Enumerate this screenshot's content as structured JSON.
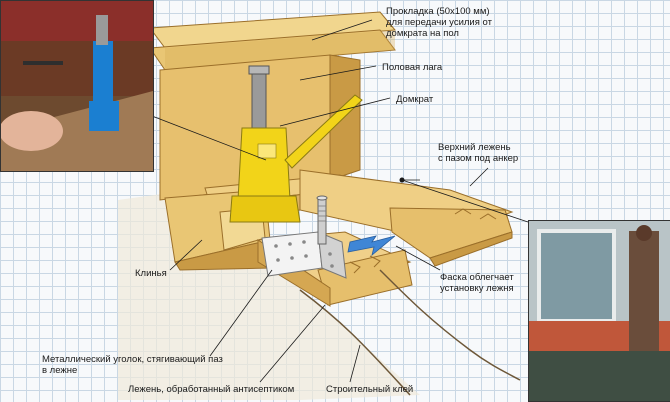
{
  "labels": {
    "pad": "Прокладка  (50х100  мм)\nдля передачи усилия от\nдомкрата на пол",
    "joist": "Половая лага",
    "jack": "Домкрат",
    "upper_beam": "Верхний    лежень\nс пазом под анкер",
    "wedges": "Клинья",
    "chamfer": "Фаска облегчает\nустановку лежня",
    "corner": "Металлический уголок, стягивающий паз\nв лежне",
    "beam": "Лежень, обработанный антисептиком",
    "glue": "Строительный клей"
  },
  "colors": {
    "wood": "#e8c77a",
    "wood_dark": "#c99a45",
    "jack_yellow": "#f2d419",
    "arrow_blue": "#3f86d6",
    "grid": "#c9d7e4"
  }
}
